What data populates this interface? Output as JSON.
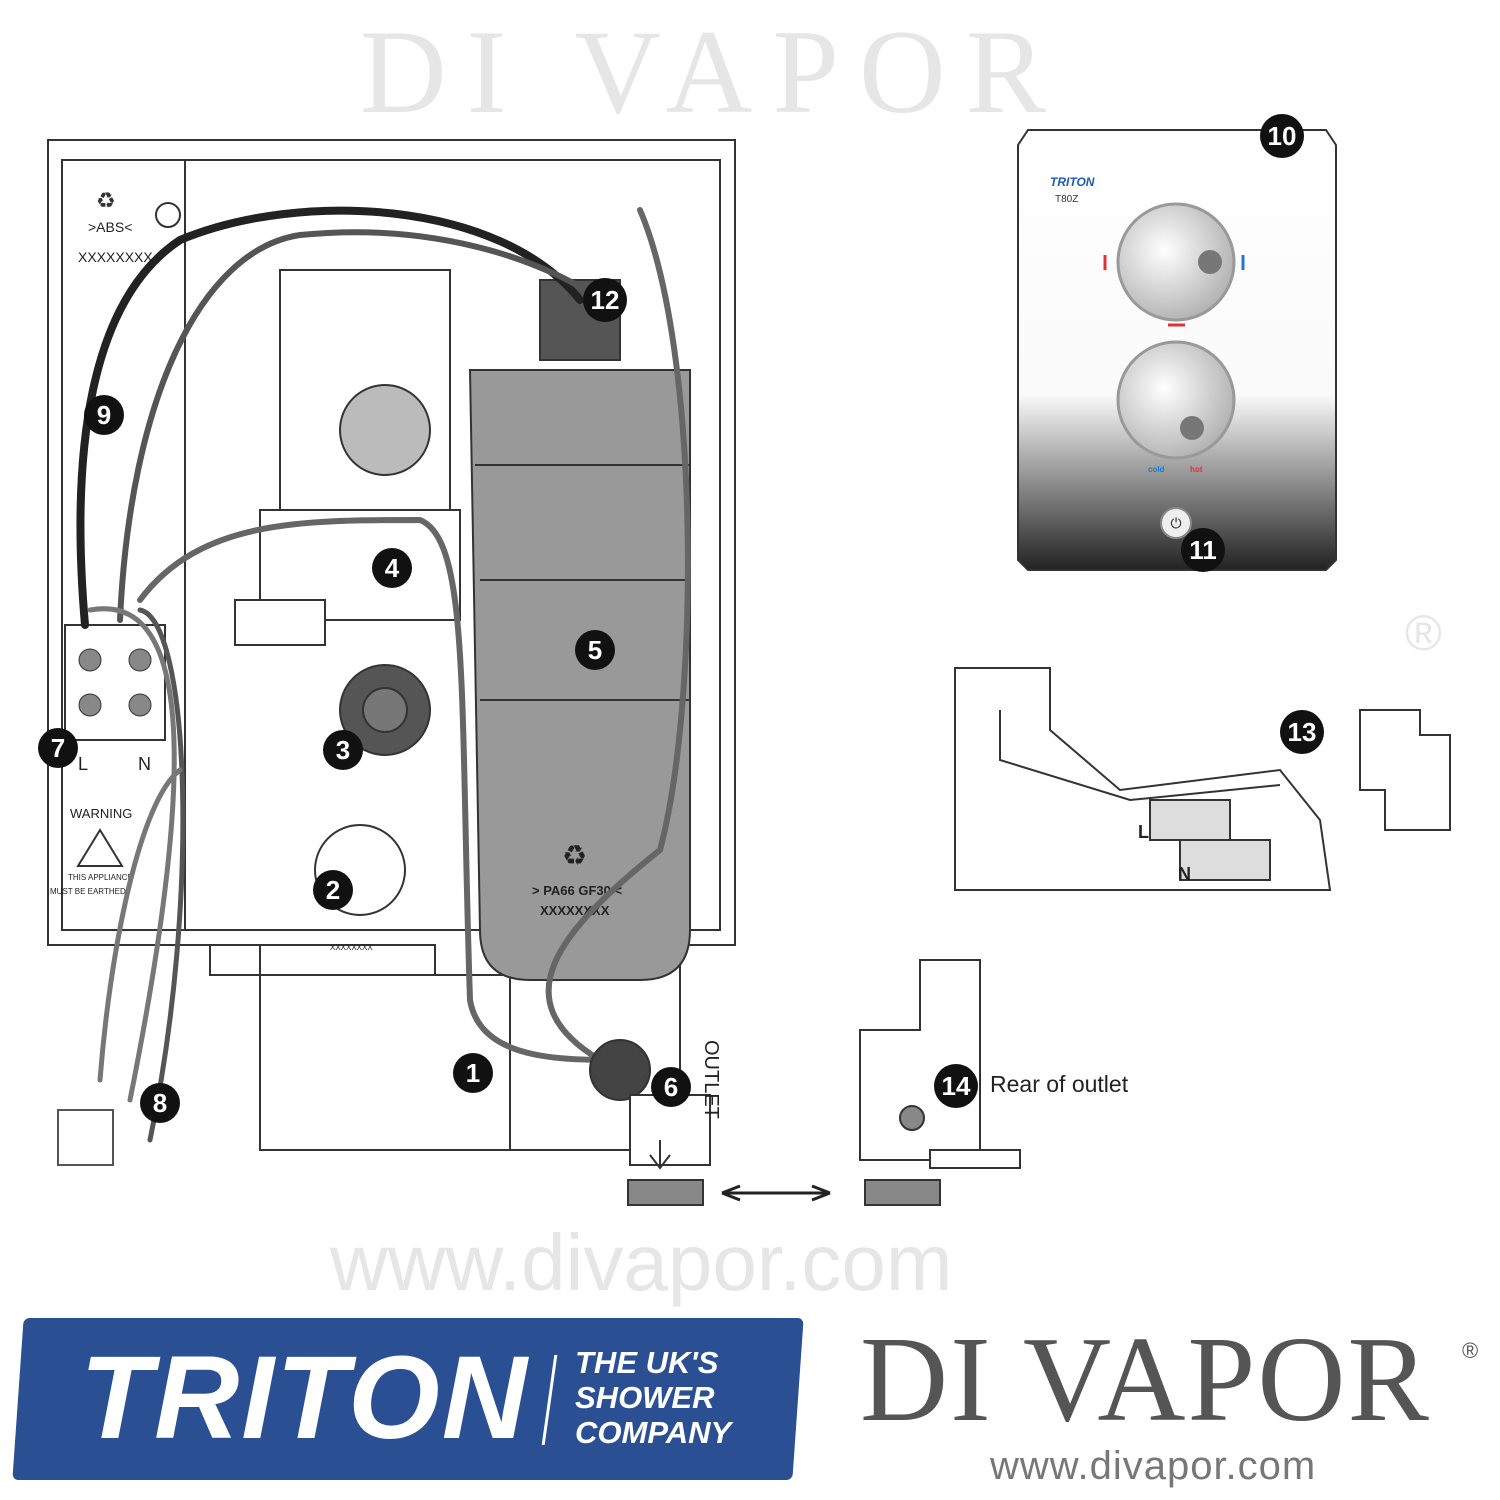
{
  "diagram": {
    "unit_labels": {
      "recycle_material": ">ABS<",
      "serial": "XXXXXXXX",
      "warning": "WARNING",
      "earth_notice_1": "THIS APPLIANCE",
      "earth_notice_2": "MUST BE EARTHED",
      "terminal_l": "L",
      "terminal_n": "N",
      "tank_material": "> PA66 GF30 <",
      "tank_serial": "XXXXXXXX",
      "outlet": "OUTLET",
      "plate_code": "XXXXXXXX"
    },
    "control_panel": {
      "brand": "TRITON",
      "model": "T80Z",
      "cold": "cold",
      "hot": "hot",
      "power_icon": "power-icon"
    },
    "terminal_block_13": {
      "l": "L",
      "n": "N"
    },
    "rear_outlet_label": "Rear of outlet",
    "callouts": [
      "1",
      "2",
      "3",
      "4",
      "5",
      "6",
      "7",
      "8",
      "9",
      "10",
      "11",
      "12",
      "13",
      "14"
    ],
    "watermark": {
      "text": "DI VAPOR",
      "reg": "®",
      "url": "www.divapor.com"
    }
  },
  "footer": {
    "triton": {
      "name": "TRITON",
      "tag1": "THE UK'S",
      "tag2": "SHOWER",
      "tag3": "COMPANY",
      "color": "#2a4f93"
    },
    "divapor": {
      "name": "DI VAPOR",
      "reg": "®",
      "url": "www.divapor.com"
    }
  }
}
